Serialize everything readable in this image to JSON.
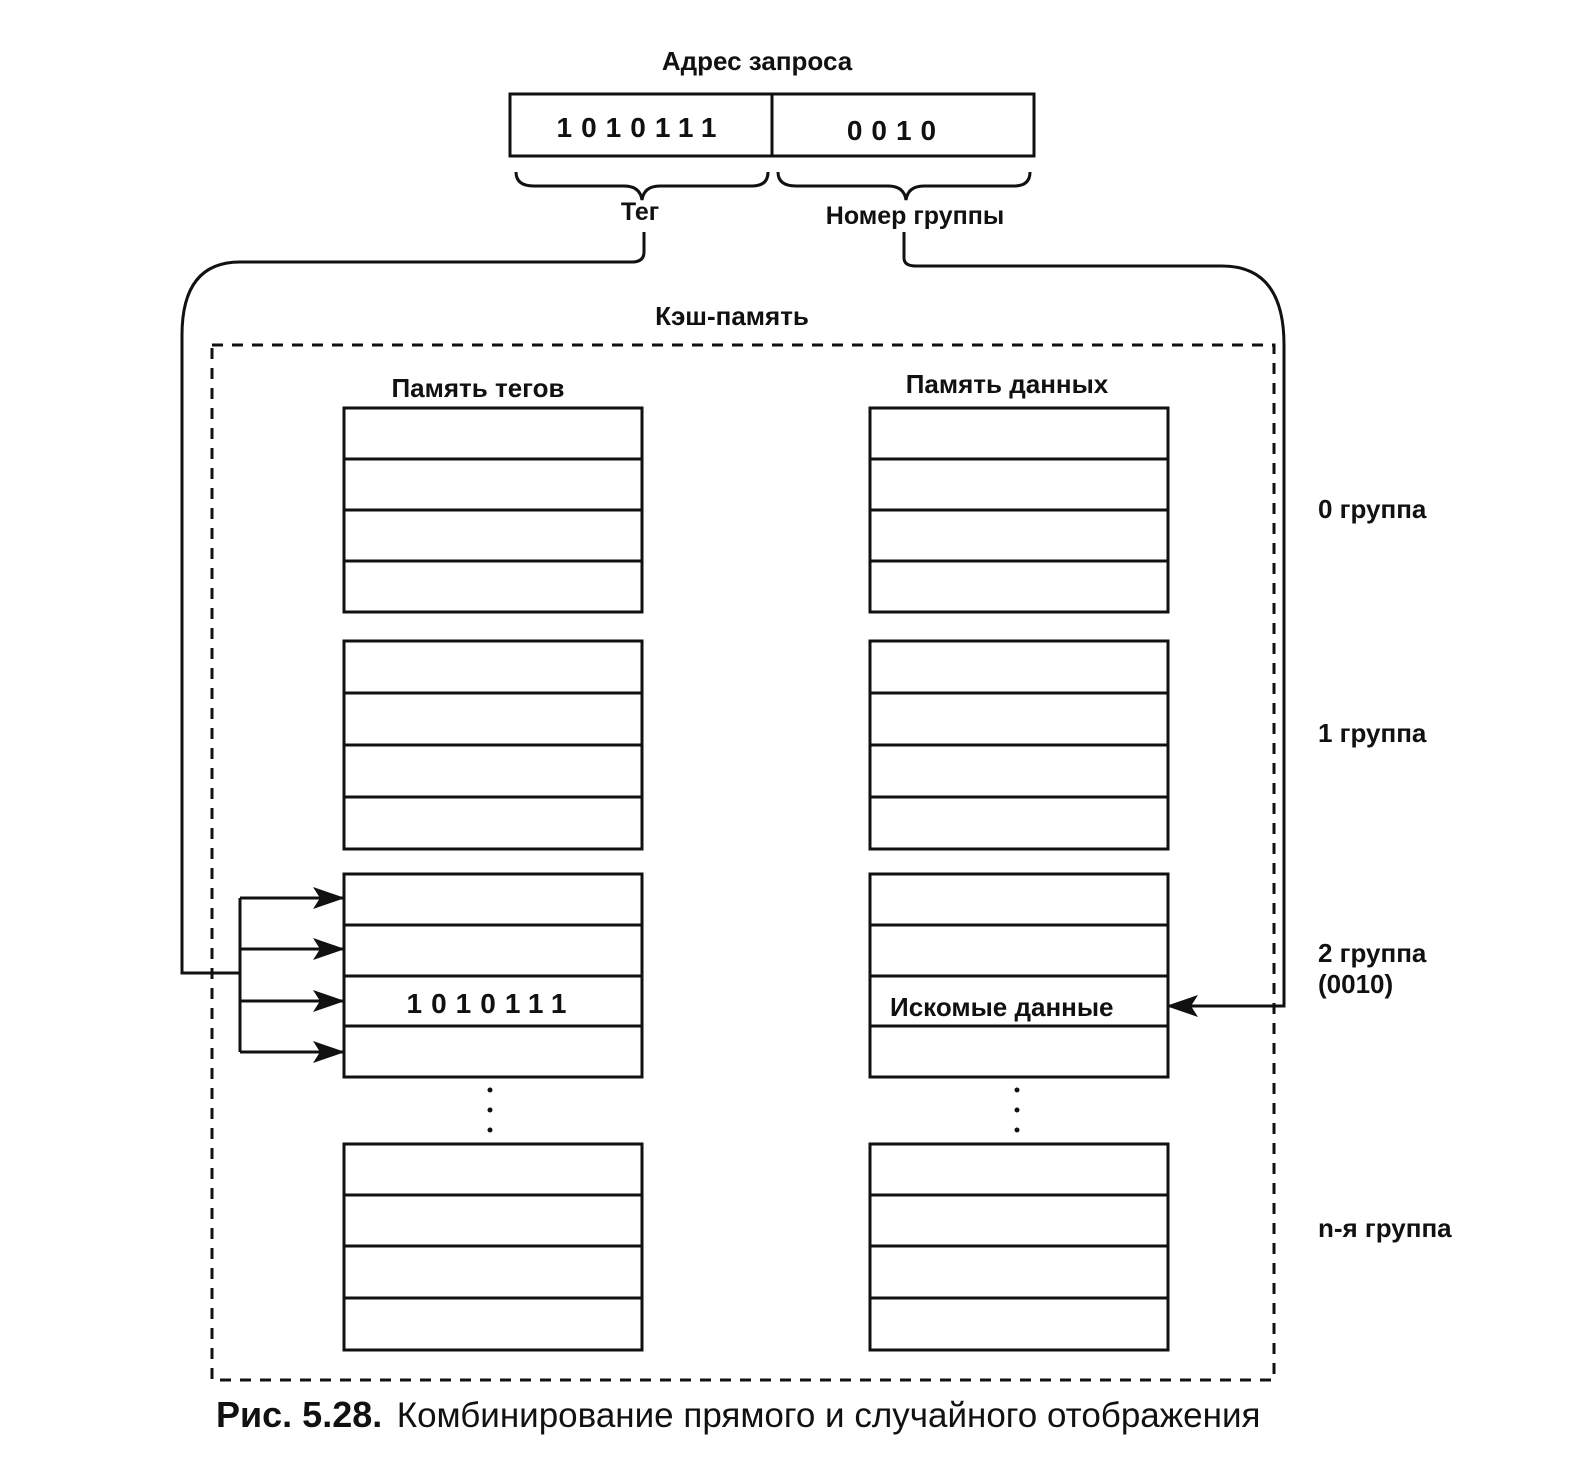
{
  "address": {
    "title": "Адрес  запроса",
    "tag_bits": "1010111",
    "group_bits": "0010",
    "tag_label": "Тег",
    "group_number_label": "Номер группы"
  },
  "cache": {
    "title": "Кэш-память",
    "tag_memory_label": "Память тегов",
    "data_memory_label": "Память данных",
    "matched_tag": "1010111",
    "sought_data": "Искомые данные"
  },
  "groups": [
    {
      "label": "0 группа"
    },
    {
      "label": "1 группа"
    },
    {
      "label": "2 группа",
      "sublabel": "(0010)"
    },
    {
      "label": "n-я группа"
    }
  ],
  "caption": {
    "number": "Рис. 5.28.",
    "text": "Комбинирование прямого и случайного отображения"
  }
}
